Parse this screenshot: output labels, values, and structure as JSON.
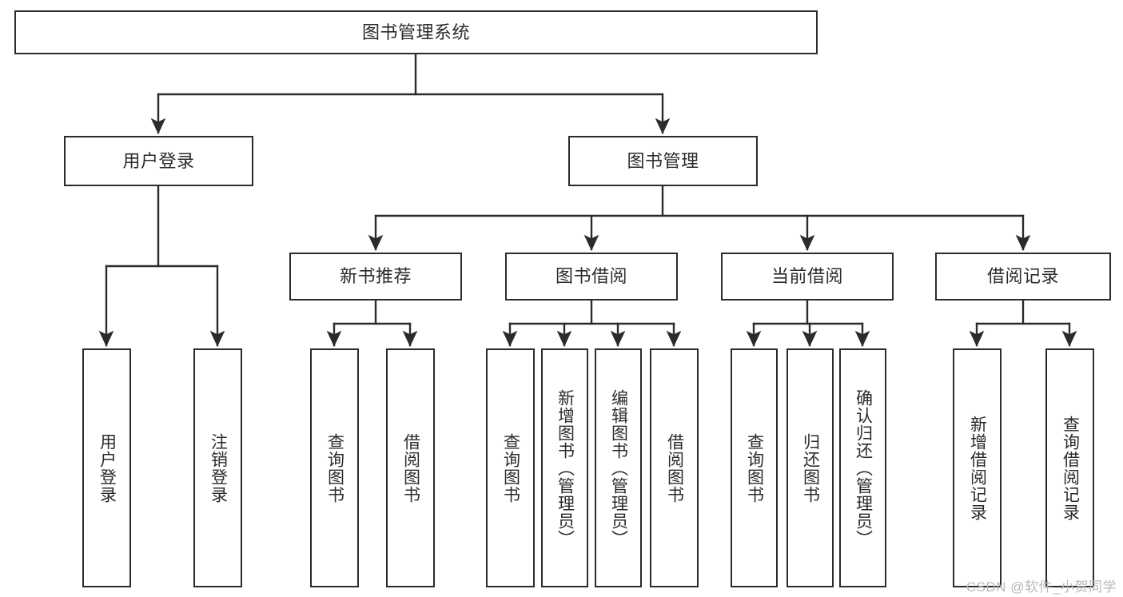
{
  "diagram": {
    "title": "图书管理系统",
    "type": "tree-hierarchy",
    "watermark": "CSDN @软件_小贺同学",
    "colors": {
      "node_border": "#2b2b2b",
      "node_fill": "#ffffff",
      "edge": "#2b2b2b",
      "text": "#2b2b2b",
      "watermark": "#b9b9b9",
      "background": "#ffffff"
    }
  },
  "nodes": {
    "root": {
      "label": "图书管理系统"
    },
    "level2": [
      {
        "id": "user-login",
        "label": "用户登录"
      },
      {
        "id": "book-management",
        "label": "图书管理"
      }
    ],
    "level3": [
      {
        "id": "new-book-recommend",
        "label": "新书推荐"
      },
      {
        "id": "book-borrow",
        "label": "图书借阅"
      },
      {
        "id": "current-borrow",
        "label": "当前借阅"
      },
      {
        "id": "borrow-record",
        "label": "借阅记录"
      }
    ],
    "leaves": [
      {
        "id": "leaf-user-login",
        "label": "用户登录",
        "parent": "user-login"
      },
      {
        "id": "leaf-logout",
        "label": "注销登录",
        "parent": "user-login"
      },
      {
        "id": "leaf-query-book-1",
        "label": "查询图书",
        "parent": "new-book-recommend"
      },
      {
        "id": "leaf-borrow-book-1",
        "label": "借阅图书",
        "parent": "new-book-recommend"
      },
      {
        "id": "leaf-query-book-2",
        "label": "查询图书",
        "parent": "book-borrow"
      },
      {
        "id": "leaf-add-book",
        "label": "新增图书（管理员）",
        "parent": "book-borrow"
      },
      {
        "id": "leaf-edit-book",
        "label": "编辑图书（管理员）",
        "parent": "book-borrow"
      },
      {
        "id": "leaf-borrow-book-2",
        "label": "借阅图书",
        "parent": "book-borrow"
      },
      {
        "id": "leaf-query-book-3",
        "label": "查询图书",
        "parent": "current-borrow"
      },
      {
        "id": "leaf-return-book",
        "label": "归还图书",
        "parent": "current-borrow"
      },
      {
        "id": "leaf-confirm-return",
        "label": "确认归还（管理员）",
        "parent": "current-borrow"
      },
      {
        "id": "leaf-add-record",
        "label": "新增借阅记录",
        "parent": "borrow-record"
      },
      {
        "id": "leaf-query-record",
        "label": "查询借阅记录",
        "parent": "borrow-record"
      }
    ]
  }
}
